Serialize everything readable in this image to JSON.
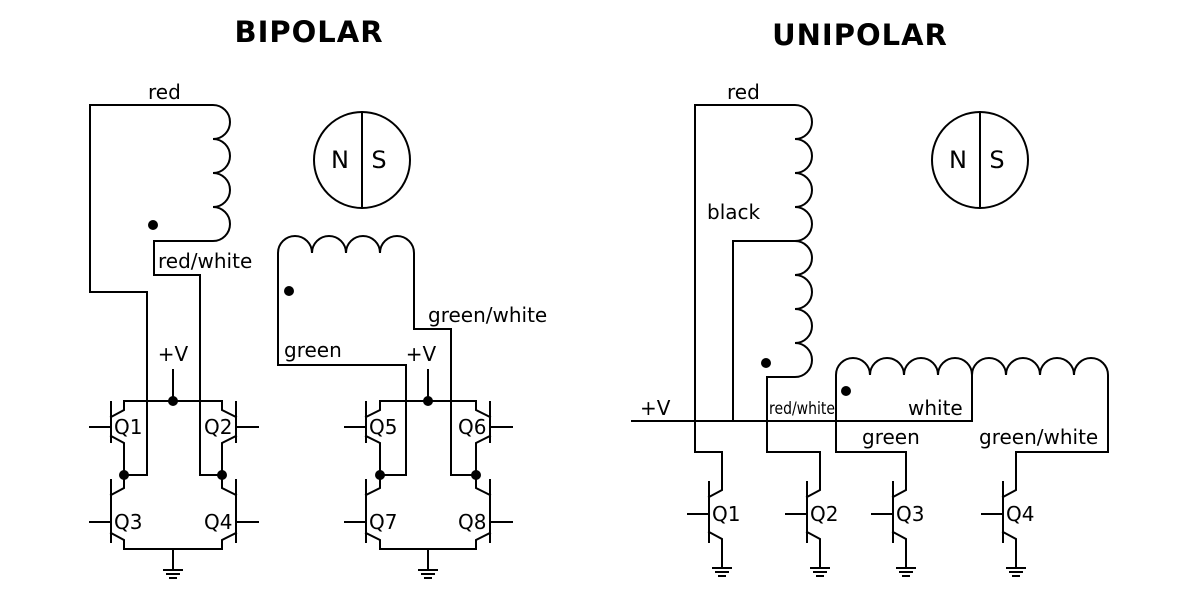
{
  "bipolar": {
    "title": "BIPOLAR",
    "wires": {
      "red": "red",
      "red_white": "red/white",
      "green": "green",
      "green_white": "green/white"
    },
    "supply": "+V",
    "rotor": {
      "north": "N",
      "south": "S"
    },
    "transistors": [
      "Q1",
      "Q2",
      "Q3",
      "Q4",
      "Q5",
      "Q6",
      "Q7",
      "Q8"
    ]
  },
  "unipolar": {
    "title": "UNIPOLAR",
    "wires": {
      "red": "red",
      "black": "black",
      "red_white": "red/white",
      "white": "white",
      "green": "green",
      "green_white": "green/white"
    },
    "supply": "+V",
    "rotor": {
      "north": "N",
      "south": "S"
    },
    "transistors": [
      "Q1",
      "Q2",
      "Q3",
      "Q4"
    ]
  }
}
